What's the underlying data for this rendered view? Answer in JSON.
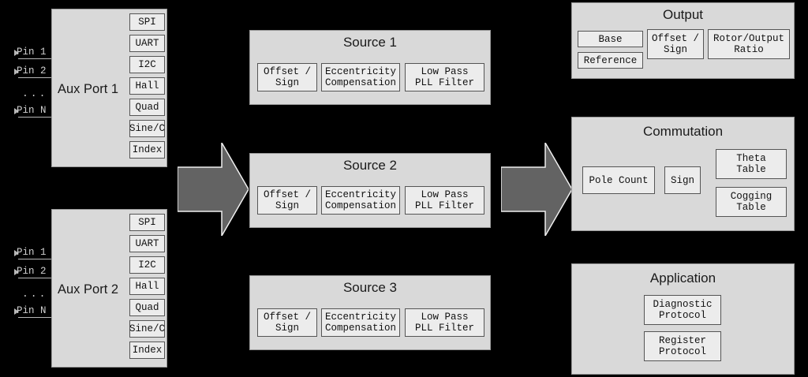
{
  "diagram": {
    "title": "Encoder Signal Chain Block Diagram",
    "background_color": "#000000",
    "panel_color": "#d9d9d9",
    "chip_color": "#ececec",
    "arrow_color": "#636363"
  },
  "aux_ports": [
    {
      "label": "Aux Port 1",
      "pins": [
        {
          "label": "Pin 1"
        },
        {
          "label": "Pin 2"
        }
      ],
      "ellipsis": "...",
      "last_pin": {
        "label": "Pin N"
      },
      "protocols": [
        {
          "label": "SPI"
        },
        {
          "label": "UART"
        },
        {
          "label": "I2C"
        },
        {
          "label": "Hall"
        },
        {
          "label": "Quad"
        },
        {
          "label": "Sine/C"
        },
        {
          "label": "Index"
        }
      ]
    },
    {
      "label": "Aux Port 2",
      "pins": [
        {
          "label": "Pin 1"
        },
        {
          "label": "Pin 2"
        }
      ],
      "ellipsis": "...",
      "last_pin": {
        "label": "Pin N"
      },
      "protocols": [
        {
          "label": "SPI"
        },
        {
          "label": "UART"
        },
        {
          "label": "I2C"
        },
        {
          "label": "Hall"
        },
        {
          "label": "Quad"
        },
        {
          "label": "Sine/C"
        },
        {
          "label": "Index"
        }
      ]
    }
  ],
  "sources": [
    {
      "title": "Source 1",
      "blocks": [
        {
          "label": "Offset /\nSign"
        },
        {
          "label": "Eccentricity\nCompensation"
        },
        {
          "label": "Low Pass\nPLL Filter"
        }
      ]
    },
    {
      "title": "Source 2",
      "blocks": [
        {
          "label": "Offset /\nSign"
        },
        {
          "label": "Eccentricity\nCompensation"
        },
        {
          "label": "Low Pass\nPLL Filter"
        }
      ]
    },
    {
      "title": "Source 3",
      "blocks": [
        {
          "label": "Offset /\nSign"
        },
        {
          "label": "Eccentricity\nCompensation"
        },
        {
          "label": "Low Pass\nPLL Filter"
        }
      ]
    }
  ],
  "output": {
    "title": "Output",
    "blocks": [
      {
        "label": "Base"
      },
      {
        "label": "Reference"
      },
      {
        "label": "Offset /\nSign"
      },
      {
        "label": "Rotor/Output\nRatio"
      }
    ]
  },
  "commutation": {
    "title": "Commutation",
    "blocks": [
      {
        "label": "Pole Count"
      },
      {
        "label": "Sign"
      },
      {
        "label": "Theta\nTable"
      },
      {
        "label": "Cogging\nTable"
      }
    ]
  },
  "application": {
    "title": "Application",
    "blocks": [
      {
        "label": "Diagnostic\nProtocol"
      },
      {
        "label": "Register\nProtocol"
      }
    ]
  },
  "arrows": [
    {
      "name": "ports-to-sources"
    },
    {
      "name": "sources-to-consumers"
    }
  ]
}
